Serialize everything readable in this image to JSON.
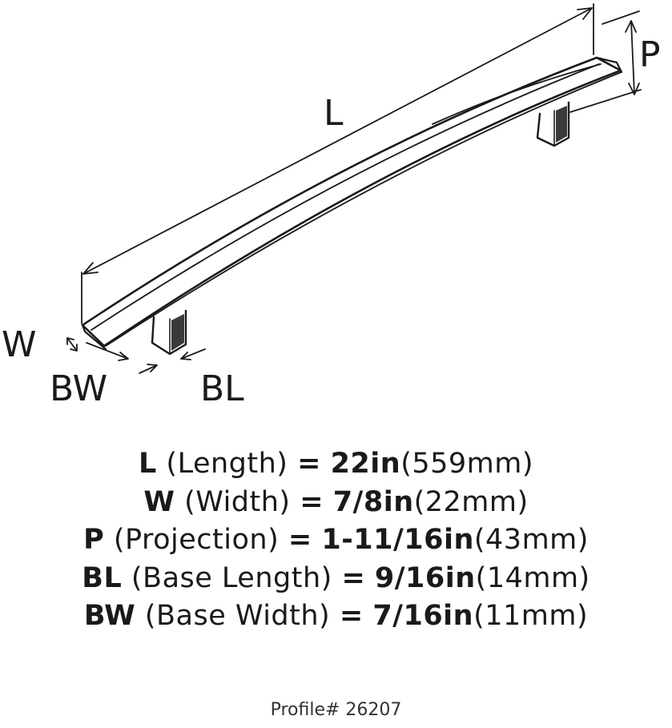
{
  "diagram": {
    "labels": {
      "length": "L",
      "projection": "P",
      "width": "W",
      "base_width": "BW",
      "base_length": "BL"
    }
  },
  "specs": [
    {
      "abbr": "L",
      "name": "(Length)",
      "eq": "=",
      "imperial": "22in",
      "metric": "(559mm)"
    },
    {
      "abbr": "W",
      "name": "(Width)",
      "eq": "=",
      "imperial": "7/8in",
      "metric": "(22mm)"
    },
    {
      "abbr": "P",
      "name": "(Projection)",
      "eq": "=",
      "imperial": "1-11/16in",
      "metric": "(43mm)"
    },
    {
      "abbr": "BL",
      "name": "(Base Length)",
      "eq": "=",
      "imperial": "9/16in",
      "metric": "(14mm)"
    },
    {
      "abbr": "BW",
      "name": "(Base Width)",
      "eq": "=",
      "imperial": "7/16in",
      "metric": "(11mm)"
    }
  ],
  "profile": "Profile# 26207"
}
